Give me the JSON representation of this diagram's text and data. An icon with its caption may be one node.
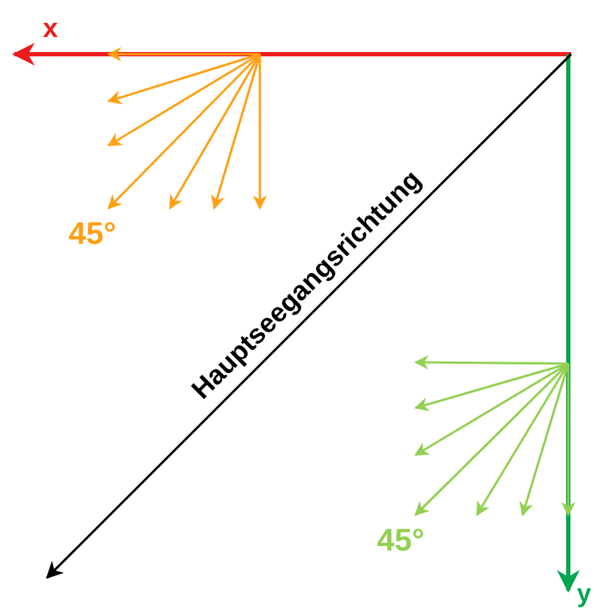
{
  "diagram": {
    "labels": [
      "x",
      "Hauptseegangsrichtung",
      "45°",
      "45°",
      "y"
    ]
  }
}
